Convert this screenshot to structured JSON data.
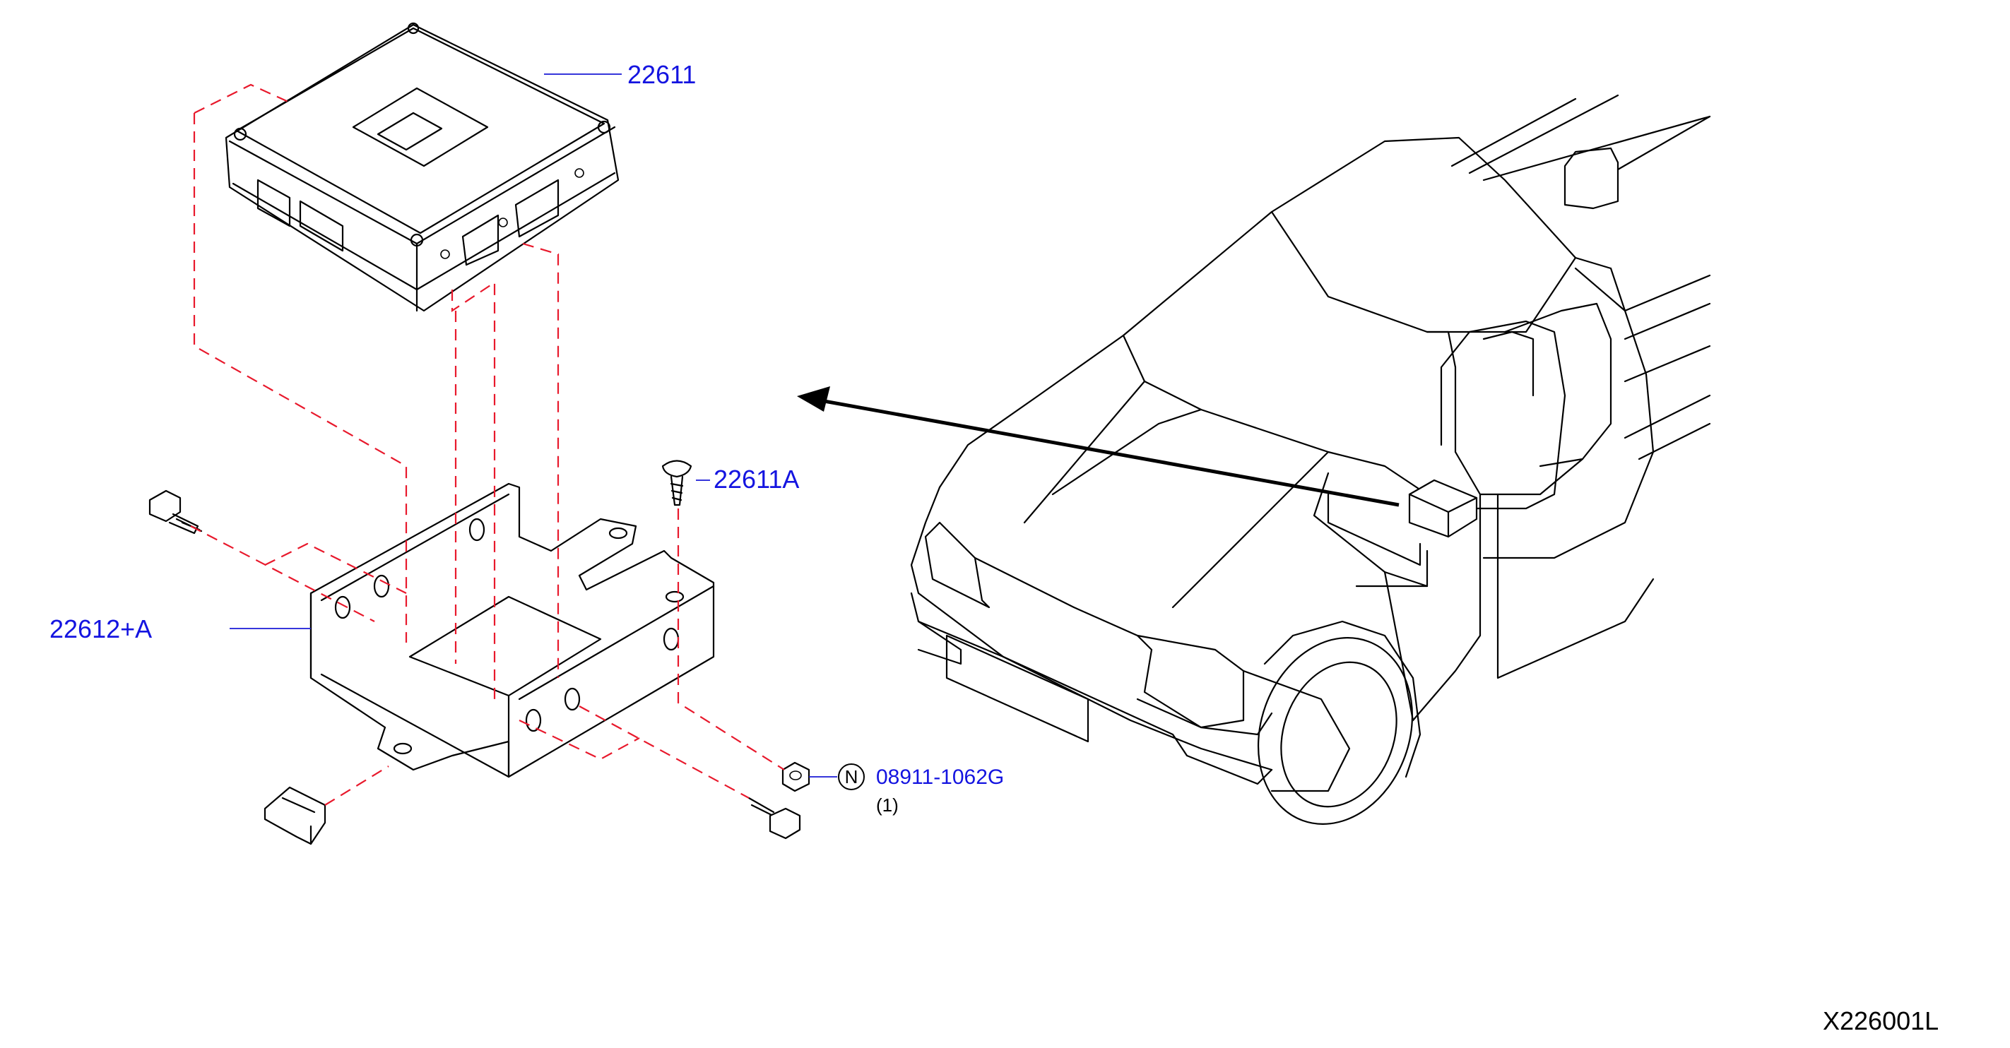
{
  "callouts": {
    "control_unit": "22611",
    "screw": "22611A",
    "bracket": "22612+A",
    "nut": "08911-1062G",
    "nut_prefix": "N",
    "nut_quantity": "(1)"
  },
  "figure_id": "X226001L",
  "colors": {
    "callout_text": "#1414e0",
    "phantom_line": "#e8192c",
    "line_art": "#000000"
  }
}
